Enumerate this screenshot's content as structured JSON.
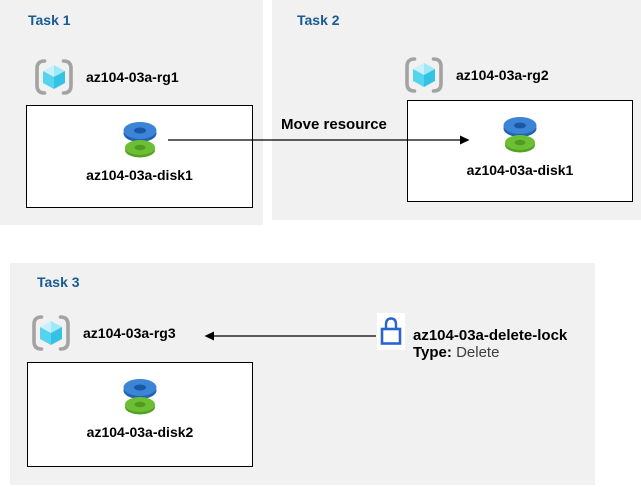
{
  "tasks": [
    {
      "title": "Task 1",
      "resource_group": "az104-03a-rg1",
      "disk": "az104-03a-disk1"
    },
    {
      "title": "Task 2",
      "resource_group": "az104-03a-rg2",
      "disk": "az104-03a-disk1"
    },
    {
      "title": "Task 3",
      "resource_group": "az104-03a-rg3",
      "disk": "az104-03a-disk2"
    }
  ],
  "move": {
    "label": "Move resource"
  },
  "lock": {
    "name": "az104-03a-delete-lock",
    "type_label": "Type:",
    "type_value": "Delete"
  },
  "icons": {
    "resource_group": "resource-group-icon",
    "disk": "disk-icon",
    "lock": "lock-icon",
    "arrow_right": "arrow-right",
    "arrow_left": "arrow-left"
  },
  "colors": {
    "panel_bg": "#f1f1f1",
    "title_blue": "#175a94",
    "box_border": "#000000",
    "arrow": "#000000",
    "lock_blue": "#2a64cd",
    "disk_blue": "#3b84d6",
    "disk_blue_side": "#2063b1",
    "disk_blue_hole": "#1a57a5",
    "disk_green": "#6cbe33",
    "disk_green_side": "#54a125",
    "disk_green_hole": "#4f9a20",
    "cube_pale": "#c9f1fa",
    "cube_light": "#9fe8f7",
    "cube_mid": "#55d4ef",
    "cube_dark": "#35c3e5",
    "bracket_gray": "#a3a3a3"
  }
}
